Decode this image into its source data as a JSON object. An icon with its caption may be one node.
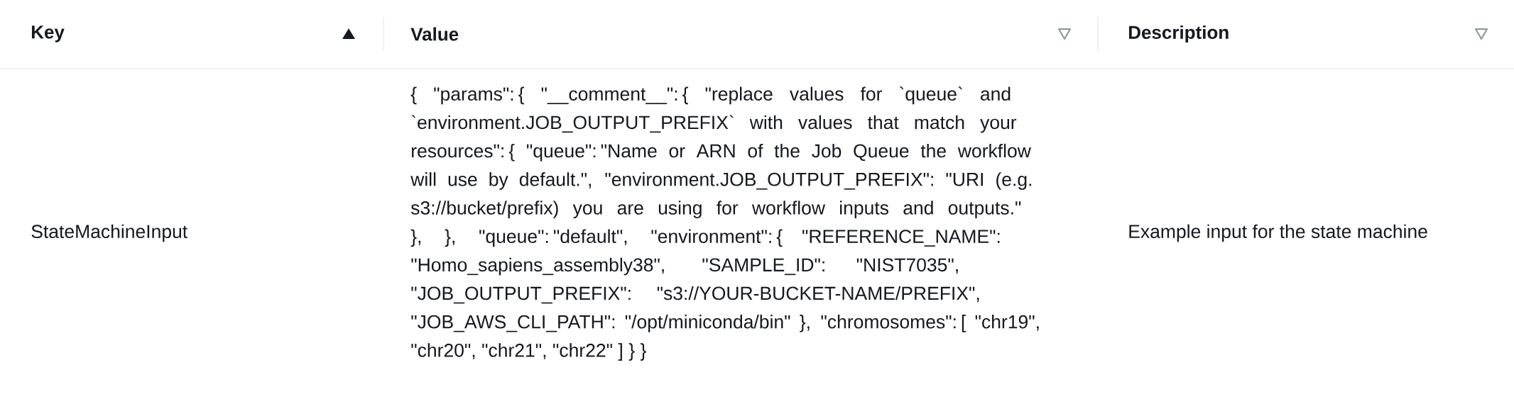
{
  "diagram": {
    "labels": [
      "Key",
      "Value",
      "Description",
      "StateMachineInput",
      "{ \"params\": { \"__comment__\": { \"replace values for `queue` and `environment.JOB_OUTPUT_PREFIX` with values that match your resources\": { \"queue\": \"Name or ARN of the Job Queue the workflow will use by default.\", \"environment.JOB_OUTPUT_PREFIX\": \"URI (e.g. s3://bucket/prefix) you are using for workflow inputs and outputs.\" }, }, \"queue\": \"default\", \"environment\": { \"REFERENCE_NAME\": \"Homo_sapiens_assembly38\", \"SAMPLE_ID\": \"NIST7035\", \"JOB_OUTPUT_PREFIX\": \"s3://YOUR-BUCKET-NAME/PREFIX\", \"JOB_AWS_CLI_PATH\": \"/opt/miniconda/bin\" }, \"chromosomes\": [ \"chr19\", \"chr20\", \"chr21\", \"chr22\" ] } }",
      "Example input for the state machine"
    ]
  }
}
